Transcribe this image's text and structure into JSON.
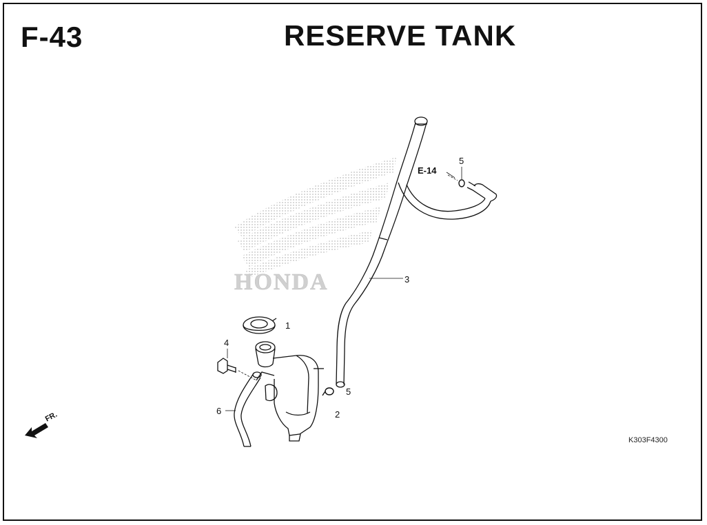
{
  "header": {
    "code": "F-43",
    "title": "RESERVE TANK"
  },
  "reference_code": "K303F4300",
  "direction_label": "FR.",
  "watermark": "HONDA",
  "cross_reference": "E-14",
  "callouts": {
    "part_1": "1",
    "part_2": "2",
    "part_3": "3",
    "part_4": "4",
    "part_5_top": "5",
    "part_5_bottom": "5",
    "part_6": "6"
  },
  "colors": {
    "line": "#111111",
    "watermark": "#c8c8c8"
  }
}
